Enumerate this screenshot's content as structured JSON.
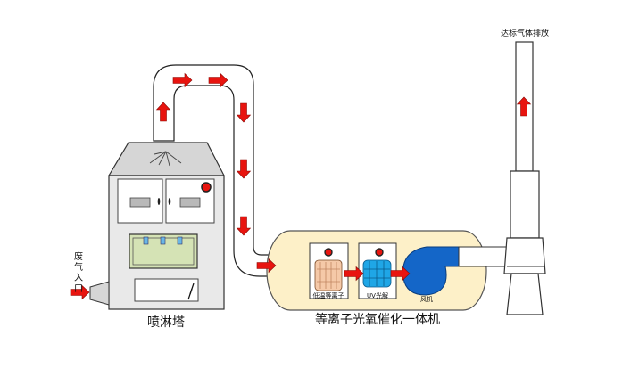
{
  "labels": {
    "exhaust_vertical": [
      "废",
      "气",
      "入",
      "口"
    ],
    "spray_tower": "喷淋塔",
    "integrated_unit": "等离子光氧催化一体机",
    "low_temp_plasma": "低温等离子",
    "uv_photolysis": "UV光解",
    "fan": "风机",
    "discharge": "达标气体排放"
  },
  "colors": {
    "arrow": "#e8140f",
    "duct_fill": "#ffffff",
    "unit_fill": "#fdf0c8",
    "tower_body": "#e9e9e9",
    "tower_roof": "#d6d6d6",
    "panel": "#c8c8c8",
    "window": "#d5e3b5",
    "plasma": "#f5c9a8",
    "uv": "#1fa6e6",
    "fan": "#1466c8"
  },
  "icons": [
    "flow-arrow-icon",
    "indicator-light-icon",
    "door-handle-icon",
    "nozzle-icon",
    "fan-icon"
  ]
}
